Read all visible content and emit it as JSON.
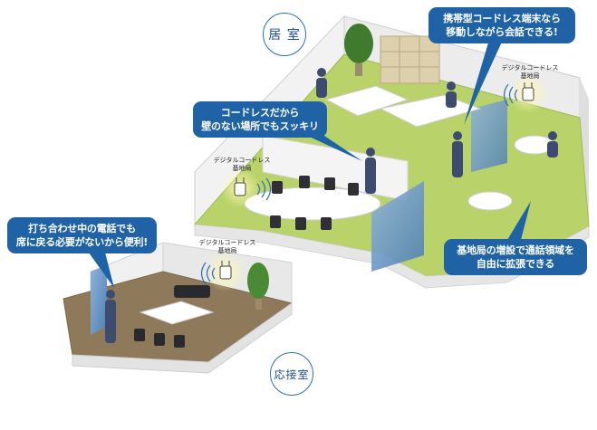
{
  "room_labels": {
    "living": "居 室",
    "reception": "応接室"
  },
  "callouts": {
    "portable": "携帯型コードレス端末なら\n移動しながら会話できる!",
    "cordless": "コードレスだから\n壁のない場所でもスッキリ",
    "meeting": "打ち合わせ中の電話でも\n席に戻る必要がないから便利!",
    "expand": "基地局の増設で通話領域を\n自由に拡張できる"
  },
  "base_stations": [
    "デジタルコードレス\n基地局",
    "デジタルコードレス\n基地局",
    "デジタルコードレス\n基地局"
  ],
  "colors": {
    "callout_bg": "#1f63a6",
    "floor_green": "#b9d36a",
    "floor_brown": "#8e7a5a",
    "wall_gray": "#e9e9e9",
    "glass_blue": "#6f9ac7",
    "figure_navy": "#3d4c6e"
  }
}
